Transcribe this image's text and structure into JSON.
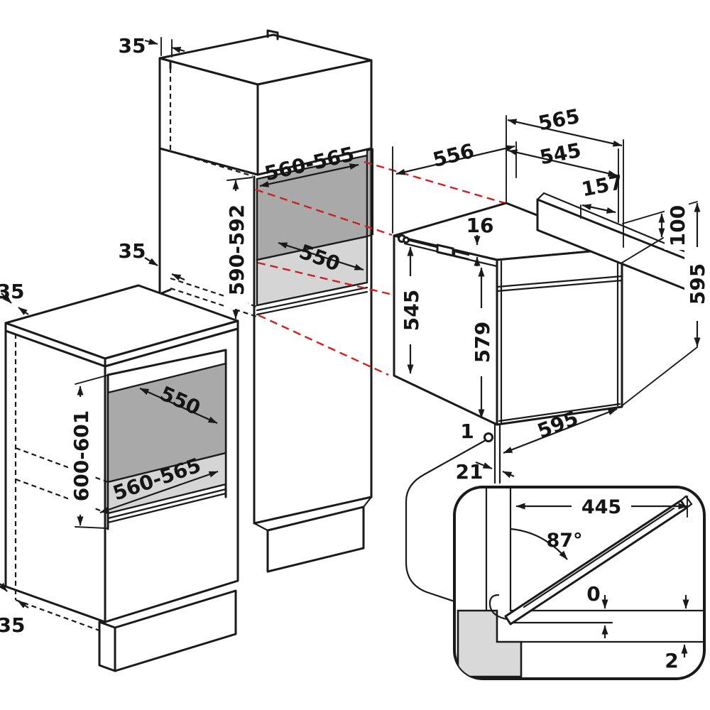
{
  "title": "Built-in oven installation dimensions diagram",
  "colors": {
    "line": "#1a1a1a",
    "projection_red": "#cf1f1f",
    "niche_back_gray": "#a9a9a9",
    "niche_floor_gray": "#d5d5d5",
    "inset_gray": "#d9d9d9"
  },
  "labels": {
    "tall_cabinet": {
      "top_panel_thickness": "35",
      "side_panel_thickness": "35",
      "niche_width": "560-565",
      "niche_height": "590-592",
      "niche_depth": "550"
    },
    "base_cabinet": {
      "worktop_thickness": "35",
      "bottom_panel_thickness": "35",
      "niche_depth": "550",
      "niche_height": "600-601",
      "niche_width": "560-565"
    },
    "oven": {
      "depth_without_door": "556",
      "depth_total": "565",
      "depth_body": "545",
      "rear_ledge_depth": "157",
      "front_frame_lip": "16",
      "rear_ledge_height": "100",
      "side_height": "545",
      "front_panel_height": "579",
      "overall_height": "595",
      "overall_width": "595",
      "callout_marker": "1",
      "door_thickness": "21"
    },
    "door_detail": {
      "door_projection": "445",
      "opening_angle": "87°",
      "top_clearance": "0",
      "bottom_clearance": "2"
    }
  }
}
